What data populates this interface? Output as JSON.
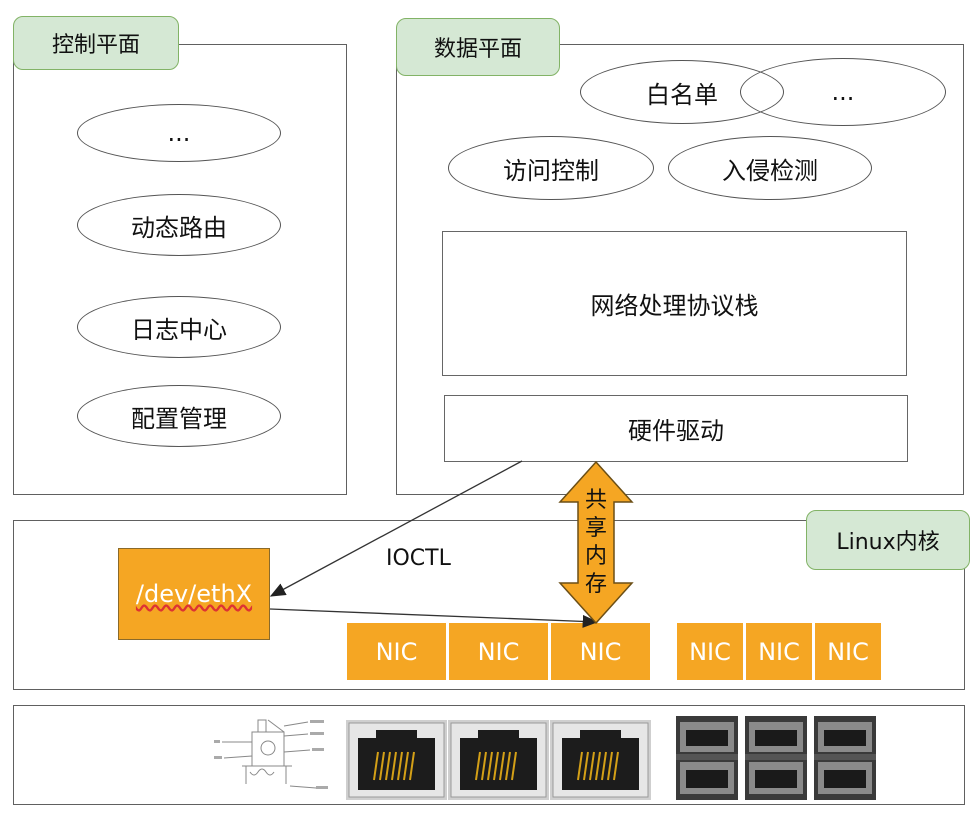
{
  "control_plane": {
    "title": "控制平面",
    "items": [
      "...",
      "动态路由",
      "日志中心",
      "配置管理"
    ]
  },
  "data_plane": {
    "title": "数据平面",
    "whitelist": "白名单",
    "ellipsis": "...",
    "access_control": "访问控制",
    "intrusion_detection": "入侵检测",
    "protocol_stack": "网络处理协议栈",
    "hardware_driver": "硬件驱动"
  },
  "kernel": {
    "title": "Linux内核",
    "device": "/dev/ethX",
    "ioctl": "IOCTL",
    "shared_memory": "共享内存",
    "nics": [
      "NIC",
      "NIC",
      "NIC",
      "NIC",
      "NIC",
      "NIC"
    ]
  },
  "colors": {
    "tag_fill": "#d5e8d4",
    "tag_border": "#82b366",
    "nic_fill": "#f5a623",
    "arrow_fill": "#f5a623"
  }
}
